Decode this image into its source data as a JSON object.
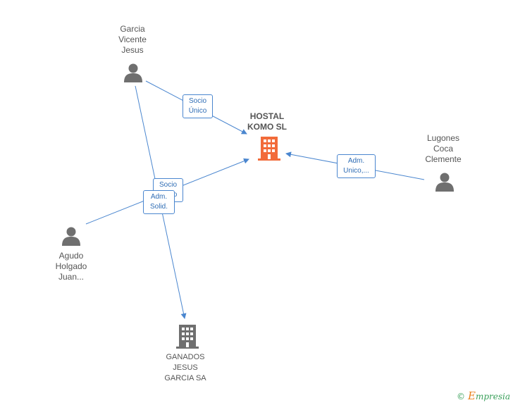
{
  "colors": {
    "edge": "#4a86cf",
    "person_icon": "#6f6f6f",
    "company_main_icon": "#f26b3a",
    "company_icon": "#6f6f6f",
    "label": "#555555"
  },
  "nodes": {
    "garcia": {
      "label": "Garcia\nVicente\nJesus",
      "icon": "person-icon"
    },
    "hostal": {
      "label": "HOSTAL\nKOMO SL",
      "icon": "building-icon"
    },
    "lugones": {
      "label": "Lugones\nCoca\nClemente",
      "icon": "person-icon"
    },
    "agudo": {
      "label": "Agudo\nHolgado\nJuan...",
      "icon": "person-icon"
    },
    "ganados": {
      "label": "GANADOS\nJESUS\nGARCIA SA",
      "icon": "building-icon"
    }
  },
  "edges": [
    {
      "from": "Garcia Vicente Jesus",
      "to": "HOSTAL KOMO SL",
      "label": "Socio\nÚnico"
    },
    {
      "from": "Lugones Coca Clemente",
      "to": "HOSTAL KOMO SL",
      "label": "Adm.\nUnico,..."
    },
    {
      "from": "Agudo Holgado Juan...",
      "to": "HOSTAL KOMO SL",
      "label": "Socio\nÚnico"
    },
    {
      "from": "Garcia Vicente Jesus",
      "to": "GANADOS JESUS GARCIA SA",
      "label": "Adm.\nSolid."
    }
  ],
  "brand": {
    "copyright": "©",
    "e": "E",
    "name": "mpresia"
  }
}
